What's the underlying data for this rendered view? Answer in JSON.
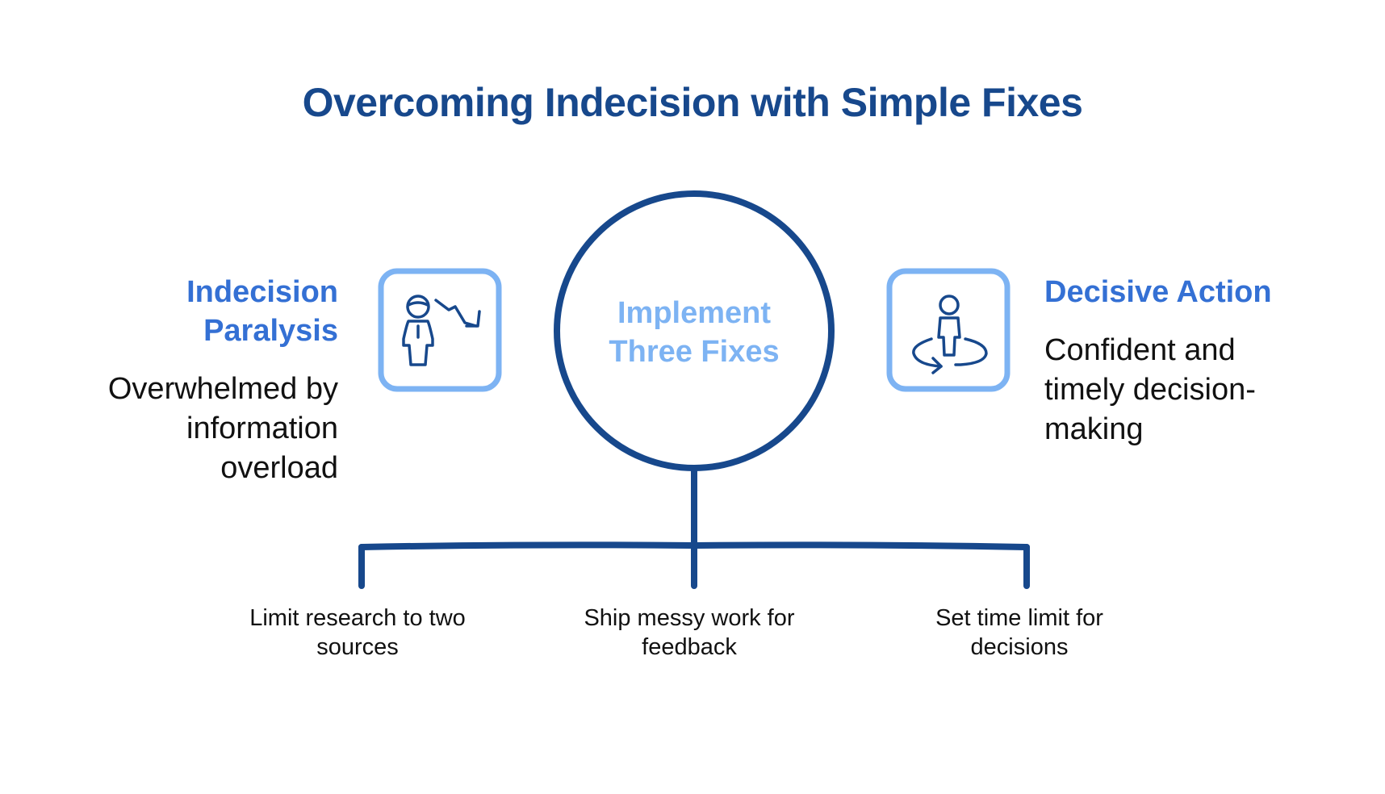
{
  "title": "Overcoming Indecision with Simple Fixes",
  "colors": {
    "dark_blue": "#17488c",
    "accent_blue": "#3470d4",
    "light_blue": "#7db3f3",
    "text": "#111111"
  },
  "left_state": {
    "heading_line1": "Indecision",
    "heading_line2": "Paralysis",
    "desc_line1": "Overwhelmed by",
    "desc_line2": "information",
    "desc_line3": "overload",
    "icon": "person-declining-arrow-icon"
  },
  "center": {
    "line1": "Implement",
    "line2": "Three Fixes"
  },
  "right_state": {
    "heading": "Decisive Action",
    "desc_line1": "Confident and",
    "desc_line2": "timely decision-",
    "desc_line3": "making",
    "icon": "person-circular-arrow-icon"
  },
  "fixes": [
    {
      "line1": "Limit research to two",
      "line2": "sources"
    },
    {
      "line1": "Ship messy work for",
      "line2": "feedback"
    },
    {
      "line1": "Set time limit for",
      "line2": "decisions"
    }
  ]
}
